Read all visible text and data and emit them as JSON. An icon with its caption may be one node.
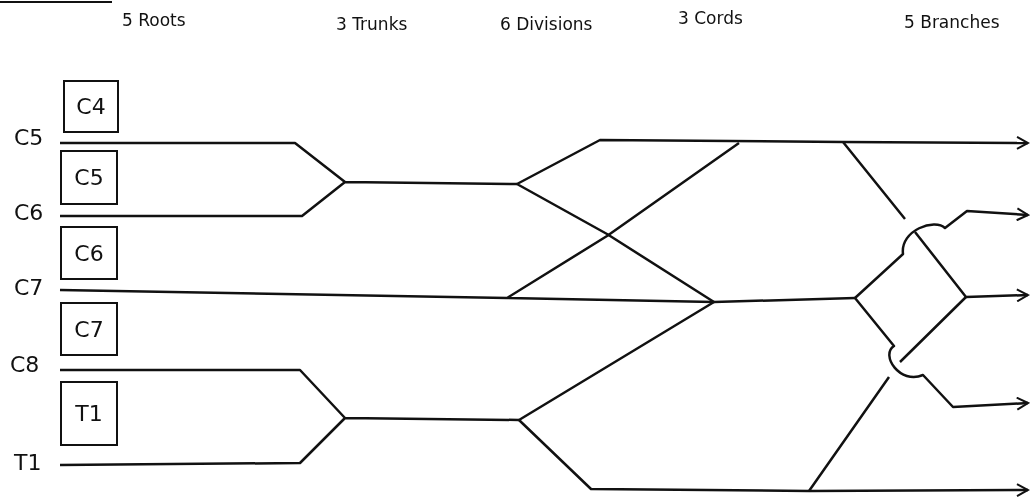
{
  "diagram": {
    "nodes": [
      {
        "text": [
          "C4"
        ]
      },
      {
        "text": [
          "C5"
        ]
      },
      {
        "text": [
          "C6"
        ]
      },
      {
        "text": [
          "C7"
        ]
      },
      {
        "text": [
          "T1"
        ]
      }
    ],
    "labels": [
      "5 Roots",
      "3 Trunks",
      "6 Divisions",
      "3 Cords",
      "5 Branches",
      "C5",
      "C6",
      "C7",
      "C8",
      "T1"
    ]
  }
}
